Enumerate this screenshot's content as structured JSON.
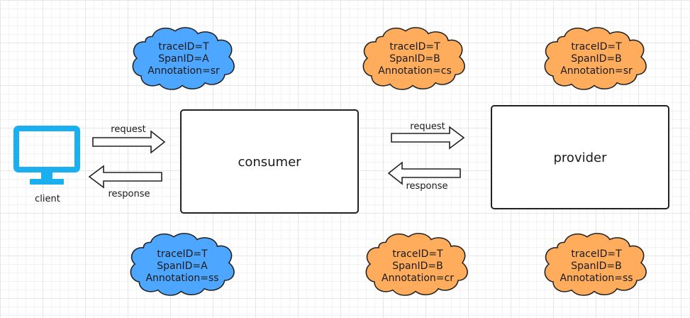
{
  "nodes": {
    "client": {
      "label": "client",
      "color": "#1ab0f0"
    },
    "consumer": {
      "label": "consumer"
    },
    "provider": {
      "label": "provider"
    }
  },
  "arrows": {
    "client_request": "request",
    "client_response": "response",
    "provider_request": "request",
    "provider_response": "response"
  },
  "clouds": {
    "consumer_top": {
      "color": "#4da6ff",
      "lines": [
        "traceID=T",
        "SpanID=A",
        "Annotation=sr"
      ]
    },
    "consumer_bottom": {
      "color": "#4da6ff",
      "lines": [
        "traceID=T",
        "SpanID=A",
        "Annotation=ss"
      ]
    },
    "consumer_out_top": {
      "color": "#ffad5c",
      "lines": [
        "traceID=T",
        "SpanID=B",
        "Annotation=cs"
      ]
    },
    "consumer_out_bottom": {
      "color": "#ffad5c",
      "lines": [
        "traceID=T",
        "SpanID=B",
        "Annotation=cr"
      ]
    },
    "provider_top": {
      "color": "#ffad5c",
      "lines": [
        "traceID=T",
        "SpanID=B",
        "Annotation=sr"
      ]
    },
    "provider_bottom": {
      "color": "#ffad5c",
      "lines": [
        "traceID=T",
        "SpanID=B",
        "Annotation=ss"
      ]
    }
  }
}
